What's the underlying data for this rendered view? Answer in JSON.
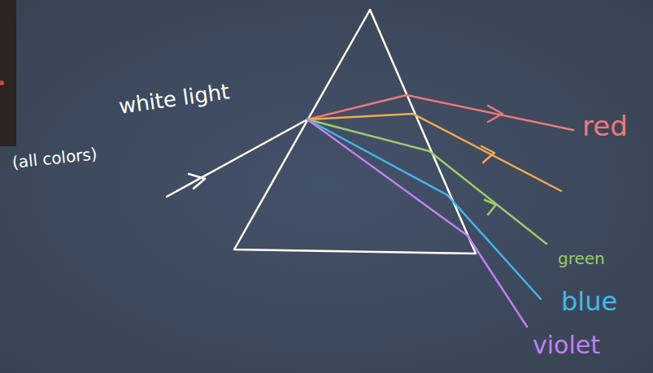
{
  "diagram": {
    "labels": [
      "white light",
      "(all colors)",
      "red",
      "green",
      "blue",
      "violet"
    ]
  }
}
